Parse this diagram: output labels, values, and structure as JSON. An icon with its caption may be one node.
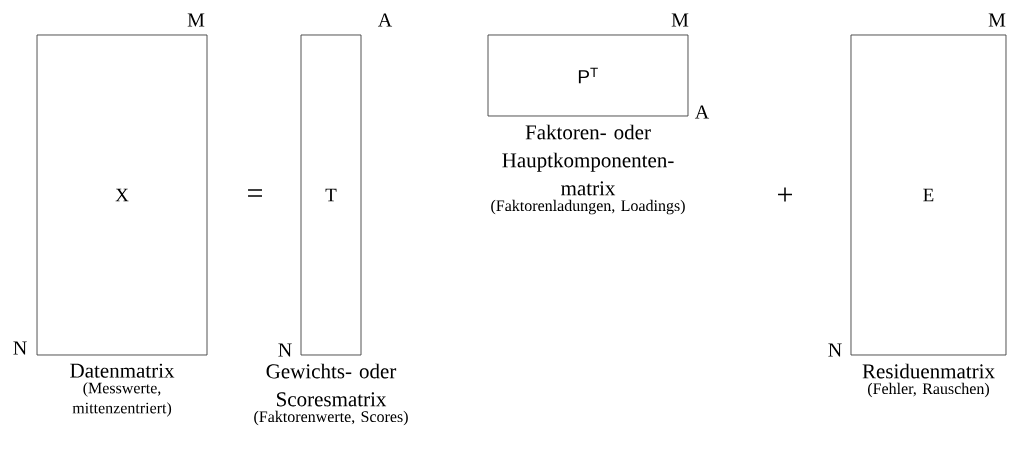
{
  "diagram": {
    "nodes": [
      {
        "text": [
          "X"
        ],
        "beside": [
          "Datenmatrix",
          "(Messwerte, mittenzentriert)"
        ]
      },
      {
        "text": [
          "T"
        ],
        "beside": [
          "Gewichts- oder Scoresmatrix",
          "(Faktorenwerte, Scores)"
        ]
      },
      {
        "text": [
          "P$^{T}$"
        ],
        "beside": [
          "Faktoren- oder Hauptkomponenten- matrix",
          "(Faktorenladungen, Loadings)"
        ]
      },
      {
        "text": [
          "E"
        ],
        "beside": [
          "Residuenmatrix",
          "(Fehler, Rauschen)"
        ]
      }
    ],
    "labels": [
      "M",
      "A",
      "M",
      "M",
      "A",
      "=",
      "+",
      "N",
      "N",
      "N"
    ]
  }
}
